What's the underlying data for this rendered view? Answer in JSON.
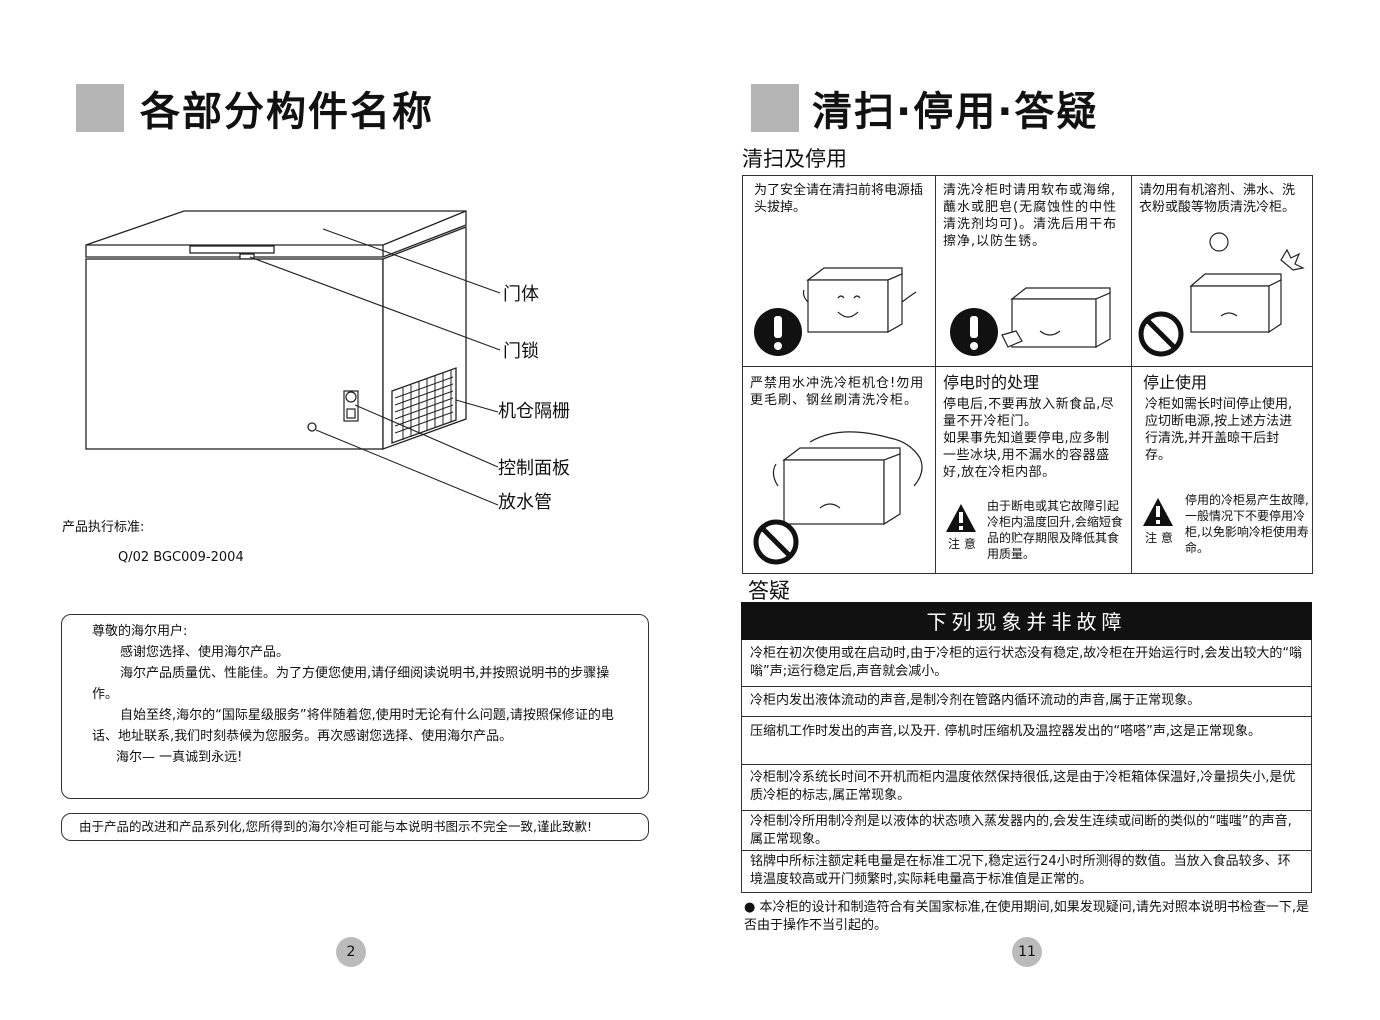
{
  "left_page": {
    "title": "各部分构件名称",
    "parts": [
      "门体",
      "门锁",
      "机仓隔栅",
      "控制面板",
      "放水管"
    ],
    "standard_label": "产品执行标准:",
    "standard_code": "Q/02 BGC009-2004",
    "letter": {
      "salutation": "尊敬的海尔用户:",
      "paragraphs": [
        "感谢您选择、使用海尔产品。",
        "海尔产品质量优、性能佳。为了方便您使用,请仔细阅读说明书,并按照说明书的步骤操作。",
        "自始至终,海尔的“国际星级服务”将伴随着您,使用时无论有什么问题,请按照保修证的电话、地址联系,我们时刻恭候为您服务。再次感谢您选择、使用海尔产品。"
      ],
      "signoff": "海尔— 一真诚到永远!"
    },
    "notice": "由于产品的改进和产品系列化,您所得到的海尔冷柜可能与本说明书图示不完全一致,谨此致歉!",
    "page_number": "2"
  },
  "right_page": {
    "title": "清扫·停用·答疑",
    "section1": "清扫及停用",
    "cells": {
      "c1": "为了安全请在清扫前将电源插头拔掉。",
      "c2": "清洗冷柜时请用软布或海绵,蘸水或肥皂(无腐蚀性的中性清洗剂均可)。清洗后用干布擦净,以防生锈。",
      "c3": "请勿用有机溶剂、沸水、洗衣粉或酸等物质清洗冷柜。",
      "c4": "严禁用水冲洗冷柜机仓!勿用更毛刷、钢丝刷清洗冷柜。",
      "c5_head": "停电时的处理",
      "c5_body": "停电后,不要再放入新食品,尽量不开冷柜门。\n如果事先知道要停电,应多制一些冰块,用不漏水的容器盛好,放在冷柜内部。",
      "c5_note": "由于断电或其它故障引起冷柜内温度回升,会缩短食品的贮存期限及降低其食用质量。",
      "c6_head": "停止使用",
      "c6_body": "冷柜如需长时间停止使用,应切断电源,按上述方法进行清洗,并开盖晾干后封存。",
      "c6_note": "停用的冷柜易产生故障,一般情况下不要停用冷柜,以免影响冷柜使用寿命。",
      "caution_label": "注 意"
    },
    "section2": "答疑",
    "qa_header": "下列现象并非故障",
    "qa_rows": [
      "冷柜在初次使用或在启动时,由于冷柜的运行状态没有稳定,故冷柜在开始运行时,会发出较大的“嗡嗡”声;运行稳定后,声音就会减小。",
      "冷柜内发出液体流动的声音,是制冷剂在管路内循环流动的声音,属于正常现象。",
      "压缩机工作时发出的声音,以及开. 停机时压缩机及温控器发出的“嗒嗒”声,这是正常现象。",
      "冷柜制冷系统长时间不开机而柜内温度依然保持很低,这是由于冷柜箱体保温好,冷量损失小,是优质冷柜的标志,属正常现象。",
      "冷柜制冷所用制冷剂是以液体的状态喷入蒸发器内的,会发生连续或间断的类似的“嗤嗤”的声音,属正常现象。",
      "铭牌中所标注额定耗电量是在标准工况下,稳定运行24小时所测得的数值。当放入食品较多、环境温度较高或开门频繁时,实际耗电量高于标准值是正常的。"
    ],
    "footer_note": "● 本冷柜的设计和制造符合有关国家标准,在使用期间,如果发现疑问,请先对照本说明书检查一下,是否由于操作不当引起的。",
    "page_number": "11"
  }
}
